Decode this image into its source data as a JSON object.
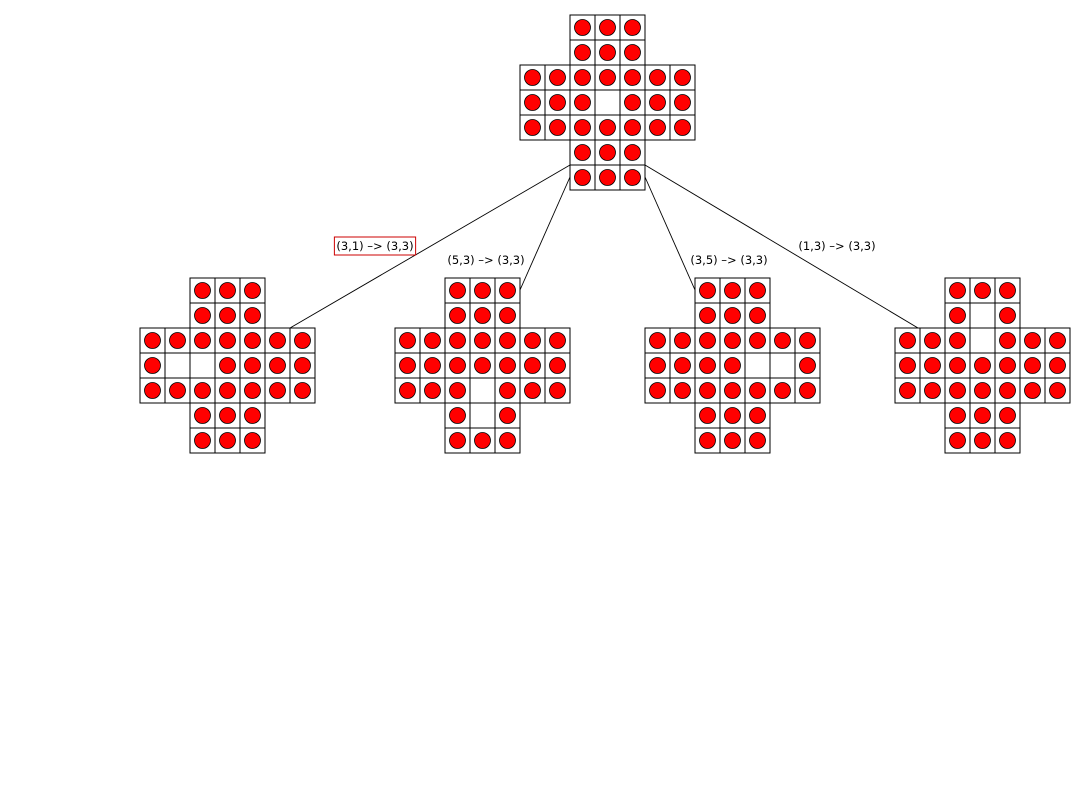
{
  "colors": {
    "peg": "#ff0000",
    "peg_stroke": "#000000",
    "grid": "#000000",
    "highlight": "#cc0000",
    "background": "#ffffff"
  },
  "boards": [
    {
      "id": "root",
      "empty": [
        [
          3,
          3
        ]
      ]
    },
    {
      "id": "child-1",
      "empty": [
        [
          3,
          1
        ],
        [
          3,
          2
        ]
      ]
    },
    {
      "id": "child-2",
      "empty": [
        [
          5,
          3
        ],
        [
          4,
          3
        ]
      ]
    },
    {
      "id": "child-3",
      "empty": [
        [
          3,
          5
        ],
        [
          3,
          4
        ]
      ]
    },
    {
      "id": "child-4",
      "empty": [
        [
          1,
          3
        ],
        [
          2,
          3
        ]
      ]
    }
  ],
  "moves": [
    {
      "child": "child-1",
      "label": "(3,1) –> (3,3)",
      "highlighted": true
    },
    {
      "child": "child-2",
      "label": "(5,3) –> (3,3)",
      "highlighted": false
    },
    {
      "child": "child-3",
      "label": "(3,5) –> (3,3)",
      "highlighted": false
    },
    {
      "child": "child-4",
      "label": "(1,3) –> (3,3)",
      "highlighted": false
    }
  ]
}
